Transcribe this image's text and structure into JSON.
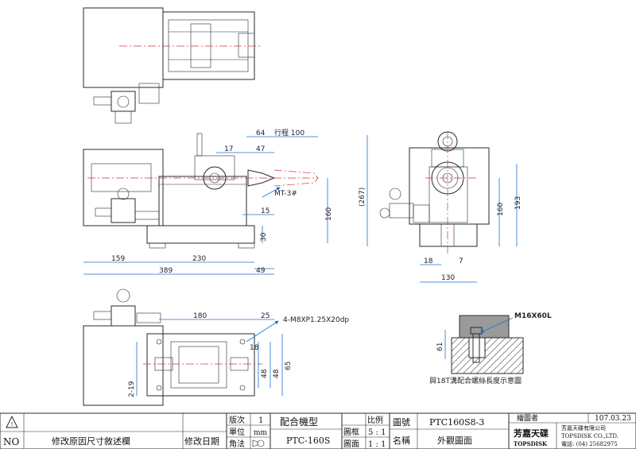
{
  "dimensions": {
    "d64": "64",
    "stroke": "行程 100",
    "d17": "17",
    "d47": "47",
    "mt3": "MT-3#",
    "d15": "15",
    "d160_side": "160",
    "d30": "30",
    "d159": "159",
    "d230": "230",
    "d389": "389",
    "d49": "49",
    "d267": "(267)",
    "d160_front": "160",
    "d193": "193",
    "d18": "18",
    "d7": "7",
    "d130": "130",
    "d180": "180",
    "d25": "25",
    "thread": "4-M8XP1.25X20dp",
    "d18_top": "18",
    "d48a": "48",
    "d48b": "48",
    "d65": "65",
    "d219": "2-19",
    "bolt": "M16X60L",
    "d61": "61",
    "detail_caption": "與18T溝配合螺絲長度示意圖"
  },
  "title_block": {
    "version_label": "版次",
    "version_value": "1",
    "unit_label": "單位",
    "unit_value": "mm",
    "angle_label": "角法",
    "model_label": "配合機型",
    "model_value": "PTC-160S",
    "scale_label": "比例",
    "frame_label": "圖框",
    "frame_value": "5 : 1",
    "sheet_label": "圖面",
    "sheet_value": "1 : 1",
    "drawing_no_label": "圖號",
    "drawing_no_value": "PTC160S8-3",
    "name_label": "名稱",
    "name_value": "外觀圖面",
    "drafter_label": "繪圖者",
    "date_value": "107.03.23",
    "company_cn": "芳嘉天碟有限公司",
    "company_en": "TOPSDISK CO.,LTD.",
    "phone": "電話: (04) 25682975",
    "logo_cn": "芳嘉天碟",
    "logo_en": "TOPSDISK",
    "rev_no_label": "NO",
    "rev_desc": "修改原因尺寸敘述欄",
    "rev_date_label": "修改日期"
  }
}
